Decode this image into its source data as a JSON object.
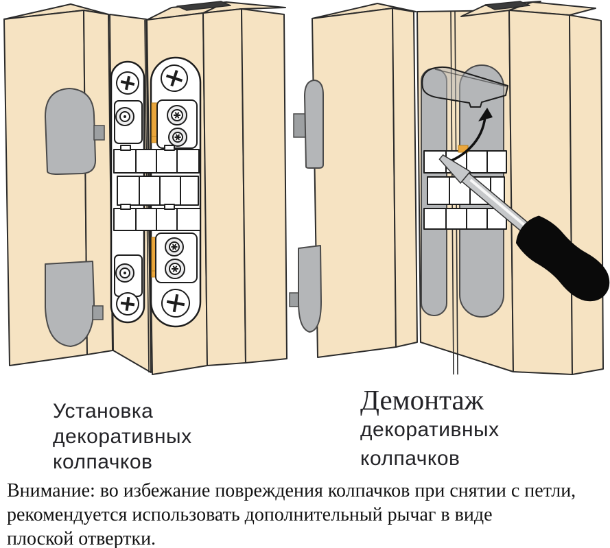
{
  "captions": {
    "install": {
      "lines": [
        "Установка",
        "декоративных",
        "колпачков"
      ]
    },
    "remove": {
      "title": "Демонтаж",
      "lines": [
        "декоративных",
        "колпачков"
      ]
    }
  },
  "note": {
    "lines": [
      "Внимание: во избежание повреждения колпачков при снятии с петли,",
      "рекомендуется использовать дополнительный рычаг в виде",
      "плоской отвертки."
    ]
  },
  "figures": {
    "install": {
      "alt": "Установка декоративных колпачков на скрытую петлю"
    },
    "remove": {
      "alt": "Демонтаж декоративных колпачков плоской отверткой"
    }
  },
  "colors": {
    "background": "#ffffff",
    "wood": "#f6e3c2",
    "wood_outline": "#2b2b2b",
    "dark_strip": "#3b3b3b",
    "cap_gray": "#b4b6b8",
    "cap_tab": "#9da0a2",
    "cap_outline": "#4a4a4a",
    "hinge_white": "#ffffff",
    "hinge_outline": "#1d1d1d",
    "accent_orange": "#eaa63c",
    "screwdriver_handle": "#0a0a0a",
    "screwdriver_shank": "#c6c8ca",
    "text": "#232327"
  }
}
